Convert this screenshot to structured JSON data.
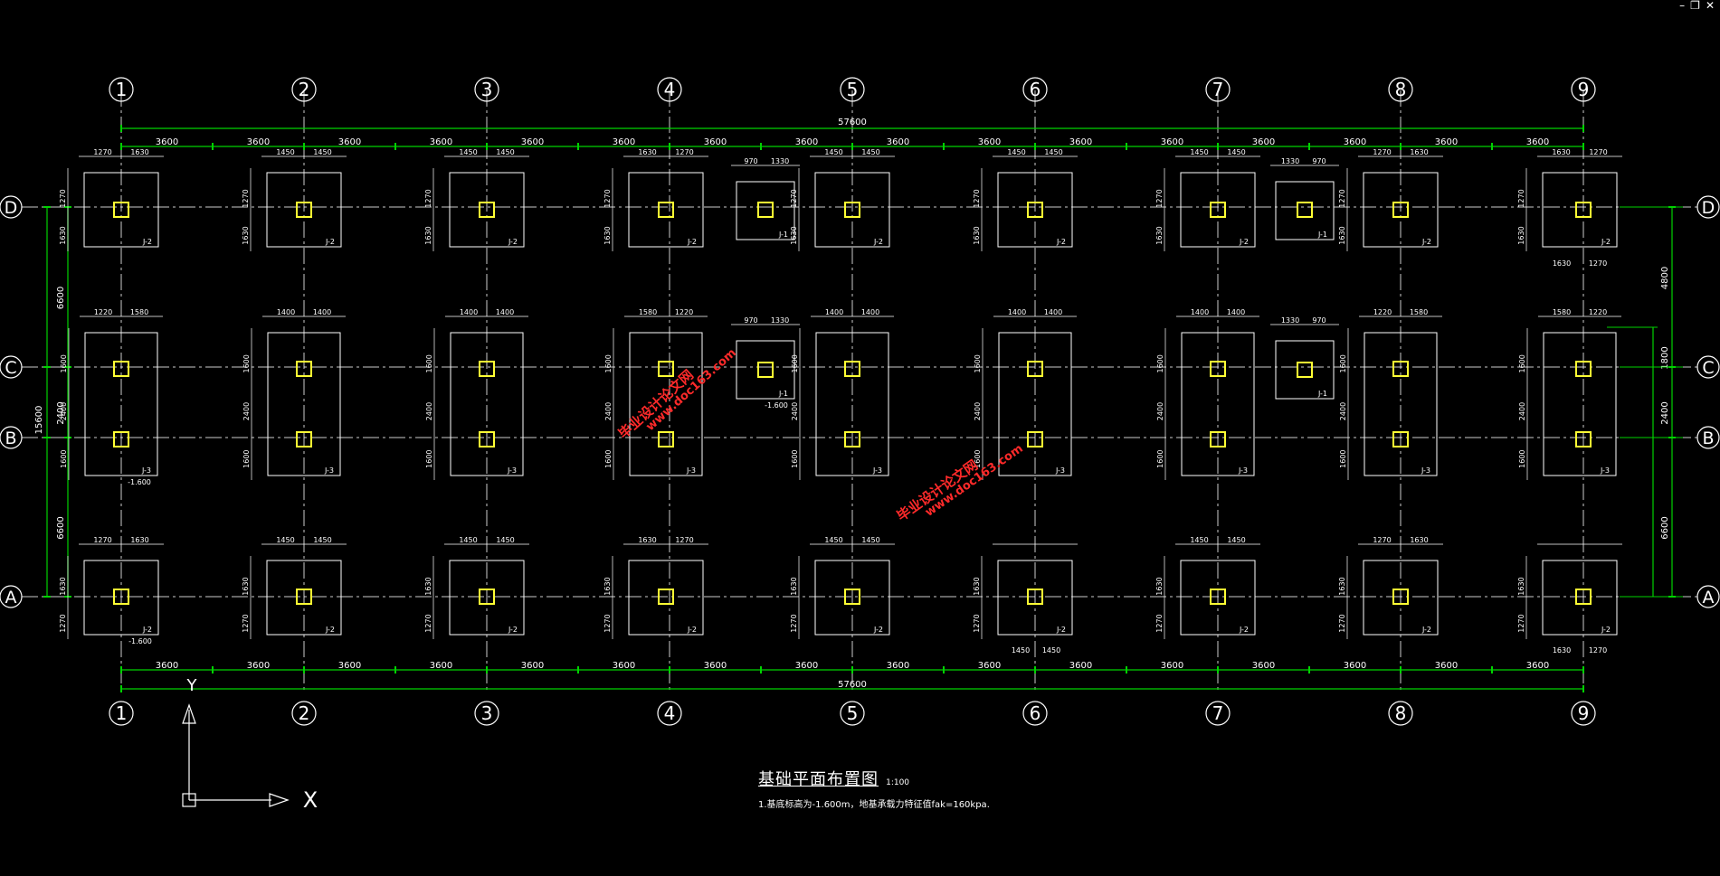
{
  "window_controls": {
    "minimize": "–",
    "restore": "❐",
    "close": "✕"
  },
  "colors": {
    "background": "#000000",
    "dimension": "#00d200",
    "footing": "#ffffff",
    "column": "#ffff33",
    "axis": "#ffffff",
    "watermark": "#ff2a2a"
  },
  "grid": {
    "column_labels": [
      "1",
      "2",
      "3",
      "4",
      "5",
      "6",
      "7",
      "8",
      "9"
    ],
    "row_labels": [
      "D",
      "C",
      "B",
      "A"
    ]
  },
  "dimensions": {
    "overall_length": "57600",
    "bay": "3600",
    "overall_depth": "15600",
    "left_segments": [
      "6600",
      "2400",
      "6600"
    ],
    "right_segments": [
      "4800",
      "1800",
      "2400",
      "6600"
    ]
  },
  "footings": {
    "row_d_types": [
      "J-2",
      "J-2",
      "J-2",
      "J-2",
      "J-1",
      "J-2",
      "J-2",
      "J-2",
      "J-1",
      "J-2",
      "J-2"
    ],
    "row_cb_types": [
      "J-3",
      "J-3",
      "J-3",
      "J-3",
      "J-1",
      "J-3",
      "J-3",
      "J-3",
      "J-1",
      "J-3",
      "J-3"
    ],
    "row_a_types": [
      "J-2",
      "J-2",
      "J-2",
      "J-2",
      "J-2",
      "J-2",
      "J-2",
      "J-2",
      "J-2"
    ],
    "elevation_label": "-1.600",
    "dims_a": [
      "1270",
      "1630"
    ],
    "dims_b": [
      "1450",
      "1450"
    ],
    "dims_c": [
      "1630",
      "1270"
    ],
    "dims_j1_left": [
      "970",
      "1330"
    ],
    "dims_j1_right": [
      "1330",
      "970"
    ],
    "dims_j3_a": [
      "1220",
      "1580"
    ],
    "dims_j3_b": [
      "1400",
      "1400"
    ],
    "dims_j3_c": [
      "1580",
      "1220"
    ],
    "dims_j3_vert": [
      "1600",
      "2400",
      "1600"
    ]
  },
  "ucs": {
    "x": "X",
    "y": "Y"
  },
  "title": {
    "main": "基础平面布置图",
    "scale": "1:100"
  },
  "note": "1.基底标高为-1.600m，地基承载力特征值fak=160kpa.",
  "watermarks": [
    {
      "line1": "毕业设计论文网",
      "line2": "www.doc163.com"
    },
    {
      "line1": "毕业设计论文网",
      "line2": "www.doc163.com"
    }
  ]
}
